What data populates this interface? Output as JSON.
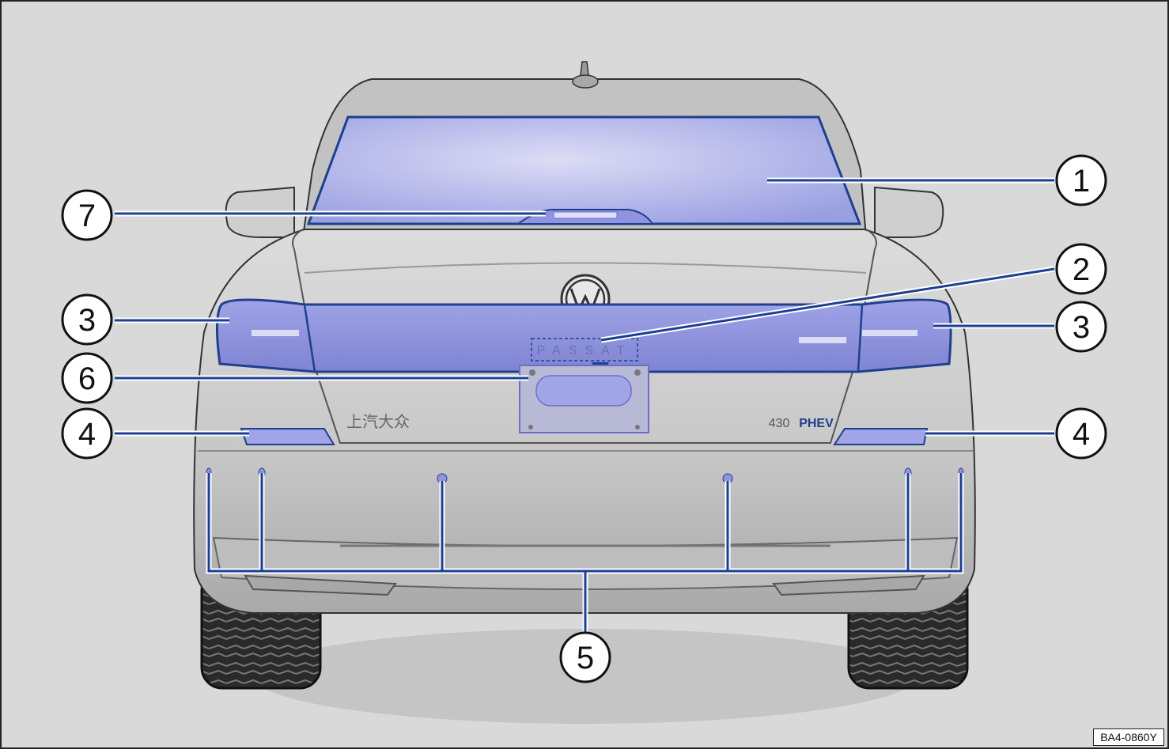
{
  "badges": {
    "model": "PASSAT",
    "brand_cn": "上汽大众",
    "variant_num": "430",
    "variant_type": "PHEV",
    "logo": "vw-logo-icon"
  },
  "callouts": [
    {
      "id": "1",
      "label": "1"
    },
    {
      "id": "2",
      "label": "2"
    },
    {
      "id": "3",
      "label": "3"
    },
    {
      "id": "4",
      "label": "4"
    },
    {
      "id": "5",
      "label": "5"
    },
    {
      "id": "6",
      "label": "6"
    },
    {
      "id": "7",
      "label": "7"
    }
  ],
  "reference_code": "BA4-0860Y",
  "colors": {
    "highlight_fill": "#8f94e0",
    "highlight_stroke": "#1f3f8f",
    "leader_line": "#1c3f94",
    "callout_bg": "#ffffff",
    "background": "#d9d9d9",
    "car_body": "#c4c4c4"
  }
}
